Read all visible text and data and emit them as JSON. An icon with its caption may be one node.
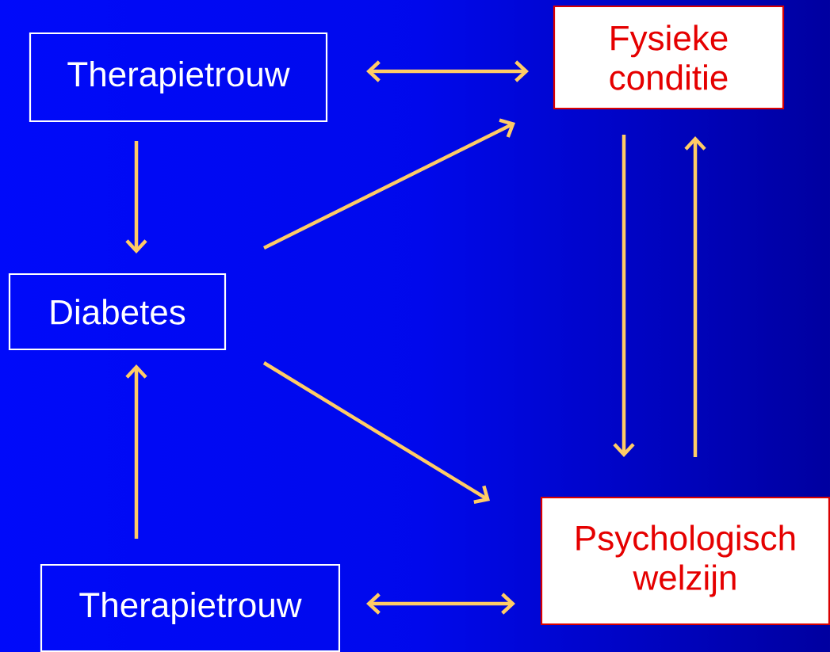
{
  "diagram": {
    "nodes": [
      {
        "text": [
          "Therapietrouw"
        ]
      },
      {
        "text": [
          "Fysieke conditie"
        ]
      },
      {
        "text": [
          "Diabetes"
        ]
      },
      {
        "text": [
          "Psychologisch welzijn"
        ]
      },
      {
        "text": [
          "Therapietrouw"
        ]
      }
    ],
    "edges": [
      {
        "from": 0,
        "to": 1,
        "arrow": "both"
      },
      {
        "from": 0,
        "to": 2,
        "arrow": "to"
      },
      {
        "from": 2,
        "to": 1,
        "arrow": "to"
      },
      {
        "from": 1,
        "to": 3,
        "arrow": "to"
      },
      {
        "from": 3,
        "to": 1,
        "arrow": "to"
      },
      {
        "from": 2,
        "to": 3,
        "arrow": "to"
      },
      {
        "from": 4,
        "to": 2,
        "arrow": "to"
      },
      {
        "from": 4,
        "to": 3,
        "arrow": "both"
      }
    ]
  }
}
